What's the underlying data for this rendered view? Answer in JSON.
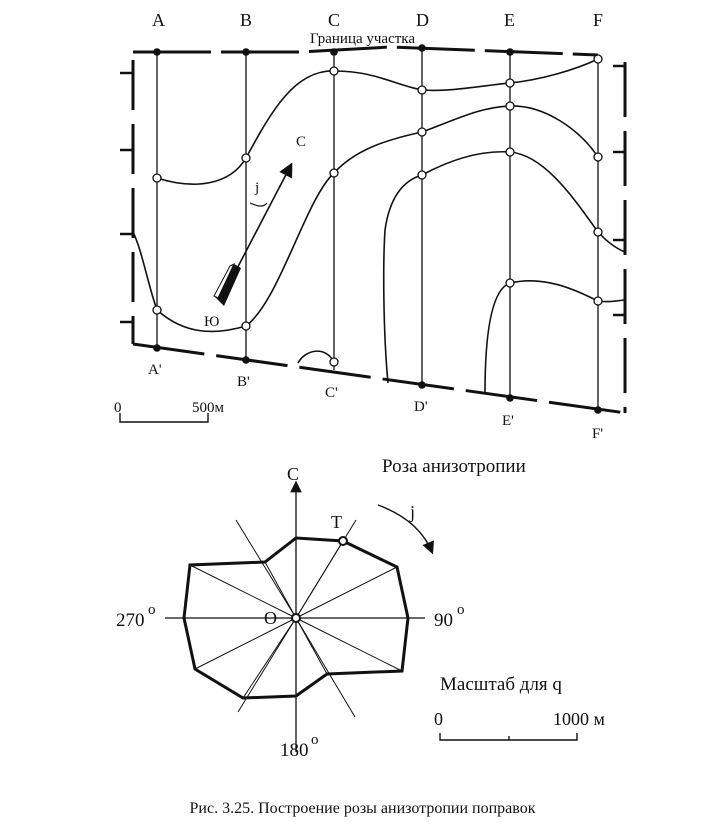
{
  "map": {
    "title": "Граница участка",
    "profiles_top": [
      "A",
      "B",
      "C",
      "D",
      "E",
      "F"
    ],
    "profiles_bottom": [
      "A'",
      "B'",
      "C'",
      "D'",
      "E'",
      "F'"
    ],
    "north_label": "С",
    "south_label": "Ю",
    "angle_label": "j",
    "scale_start": "0",
    "scale_end": "500м"
  },
  "rose": {
    "title": "Роза анизотропии",
    "north_label": "С",
    "direction_label": "j",
    "point_t_label": "Т",
    "center_label": "О",
    "deg_90": "90",
    "deg_180": "180",
    "deg_270": "270",
    "deg_symbol": "о",
    "scale_title": "Масштаб для  q",
    "scale_start": "0",
    "scale_end": "1000 м"
  },
  "caption": "Рис. 3.25. Построение розы анизотропии поправок"
}
